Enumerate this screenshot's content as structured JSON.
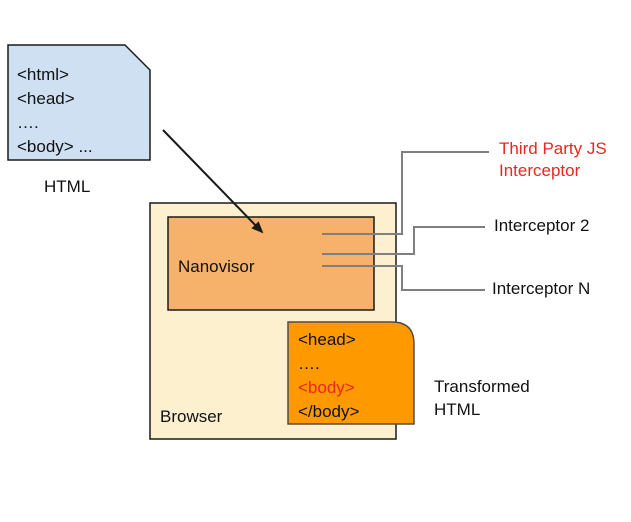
{
  "html_doc": {
    "lines": [
      "<html>",
      "<head>",
      "….",
      "<body> ..."
    ],
    "caption": "HTML",
    "fill": "#cfe0f3"
  },
  "browser": {
    "label": "Browser",
    "fill": "#fdf0cf"
  },
  "nanovisor": {
    "label": "Nanovisor",
    "fill": "#f6b26b"
  },
  "transformed_doc": {
    "lines": [
      "<head>",
      "….",
      "<body>",
      "</body>"
    ],
    "highlight_line_index": 2,
    "caption_line1": "Transformed",
    "caption_line2": "HTML",
    "fill": "#ff9900"
  },
  "interceptors": [
    {
      "label_line1": "Third Party JS",
      "label_line2": "Interceptor",
      "highlight": true
    },
    {
      "label_line1": "Interceptor 2",
      "label_line2": "",
      "highlight": false
    },
    {
      "label_line1": "Interceptor N",
      "label_line2": "",
      "highlight": false
    }
  ],
  "colors": {
    "highlight": "#e8271f",
    "connector": "#7f7f7f",
    "outline": "#1a1a1a"
  }
}
